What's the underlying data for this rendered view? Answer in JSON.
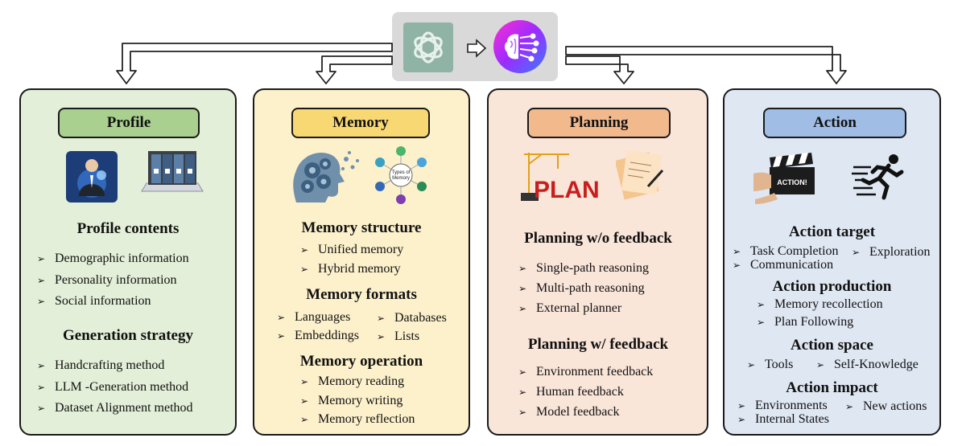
{
  "panels": {
    "profile": {
      "header": "Profile",
      "section1_title": "Profile contents",
      "section1_items": [
        "Demographic information",
        "Personality information",
        "Social information"
      ],
      "section2_title": "Generation strategy",
      "section2_items": [
        "Handcrafting method",
        "LLM -Generation method",
        "Dataset Alignment method"
      ]
    },
    "memory": {
      "header": "Memory",
      "diagram_label": "Types of Memory",
      "structure_title": "Memory structure",
      "structure_items": [
        "Unified memory",
        "Hybrid memory"
      ],
      "formats_title": "Memory formats",
      "formats_items": [
        "Languages",
        "Databases",
        "Embeddings",
        "Lists"
      ],
      "operation_title": "Memory operation",
      "operation_items": [
        "Memory reading",
        "Memory writing",
        "Memory reflection"
      ]
    },
    "planning": {
      "header": "Planning",
      "illus_word": "PLAN",
      "section1_title": "Planning w/o feedback",
      "section1_items": [
        "Single-path reasoning",
        "Multi-path reasoning",
        "External planner"
      ],
      "section2_title": "Planning w/ feedback",
      "section2_items": [
        "Environment feedback",
        "Human feedback",
        "Model feedback"
      ]
    },
    "action": {
      "header": "Action",
      "clapper_text": "ACTION!",
      "target_title": "Action target",
      "target_items": [
        "Task Completion",
        "Exploration",
        "Communication"
      ],
      "production_title": "Action production",
      "production_items": [
        "Memory recollection",
        "Plan Following"
      ],
      "space_title": "Action space",
      "space_items": [
        "Tools",
        "Self-Knowledge"
      ],
      "impact_title": "Action impact",
      "impact_items": [
        "Environments",
        "New actions",
        "Internal States"
      ]
    }
  },
  "colors": {
    "profile_bg": "#e3efd8",
    "profile_header": "#a9d08e",
    "memory_bg": "#fdf1cc",
    "memory_header": "#f8d873",
    "planning_bg": "#fae5d9",
    "planning_header": "#f2b98d",
    "action_bg": "#dfe7f3",
    "action_header": "#9fbde5"
  },
  "icons": [
    "openai-logo-icon",
    "right-arrow-icon",
    "ai-brain-icon",
    "businessman-icon",
    "file-cabinet-laptop-icon",
    "gear-head-icon",
    "memory-types-diagram-icon",
    "crane-plan-icon",
    "notes-pen-icon",
    "clapperboard-icon",
    "running-man-icon"
  ]
}
